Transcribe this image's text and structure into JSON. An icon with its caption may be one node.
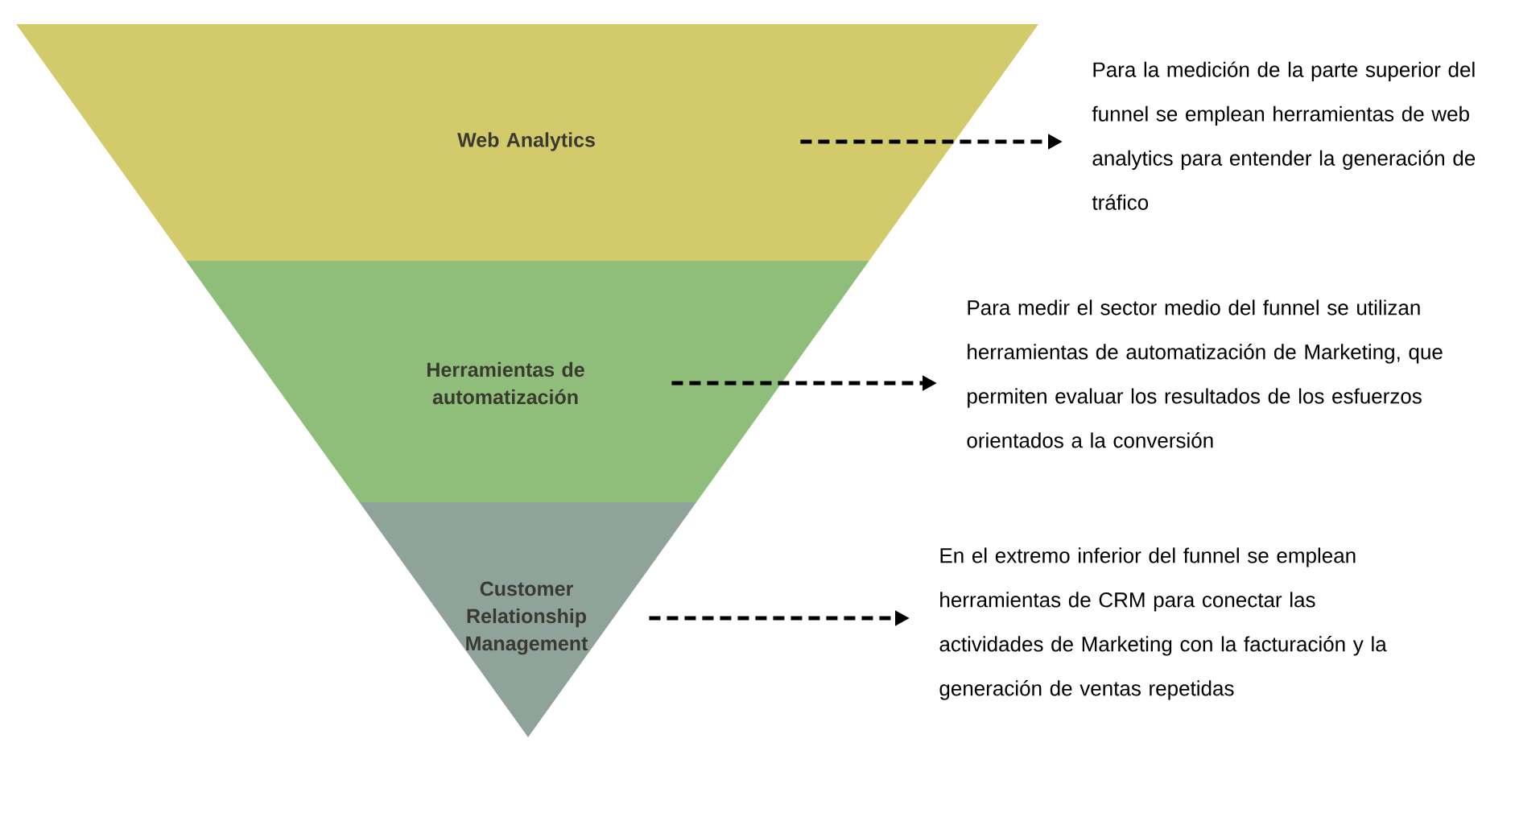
{
  "diagram": {
    "nodes": [
      {
        "text": [
          "Web Analytics"
        ]
      },
      {
        "text": [
          "Herramientas de automatización"
        ]
      },
      {
        "text": [
          "Customer Relationship Management"
        ]
      },
      {
        "text": [
          "Para la medición de la parte superior del funnel se emplean herramientas de web analytics para entender la generación de tráfico"
        ]
      },
      {
        "text": [
          "Para medir el sector medio del funnel se utilizan herramientas de automatización de Marketing, que permiten evaluar los resultados de los esfuerzos orientados a la conversión"
        ]
      },
      {
        "text": [
          "En el extremo inferior del funnel se emplean herramientas de CRM para conectar las actividades de Marketing con la facturación y la generación de ventas repetidas"
        ]
      }
    ],
    "edges": [
      {
        "from": 0,
        "to": 3,
        "arrow": "to",
        "style": "dashed"
      },
      {
        "from": 1,
        "to": 4,
        "arrow": "to",
        "style": "dashed"
      },
      {
        "from": 2,
        "to": 5,
        "arrow": "to",
        "style": "dashed"
      }
    ]
  }
}
